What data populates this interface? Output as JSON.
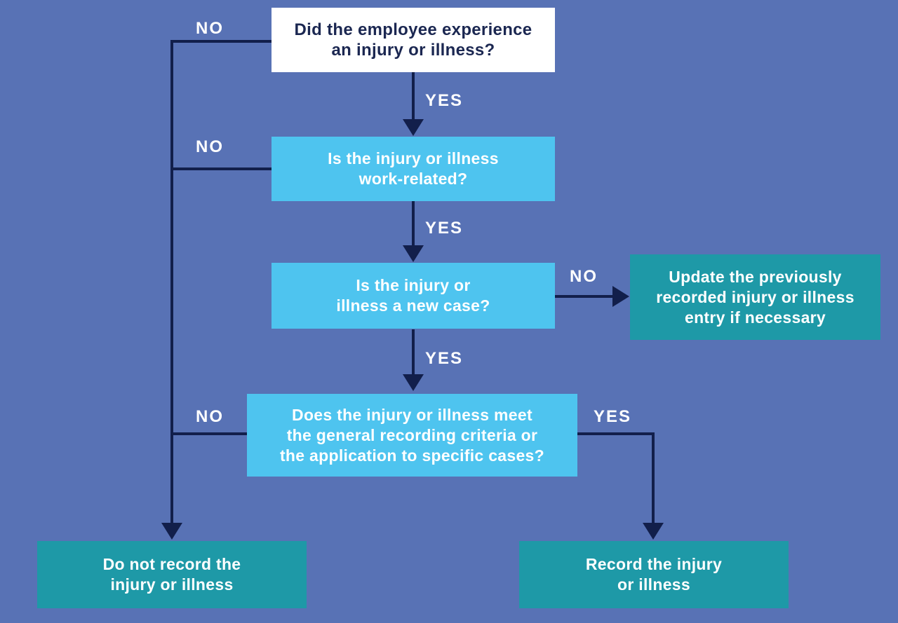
{
  "colors": {
    "background": "#5872b5",
    "question_box": "#4ec4ef",
    "start_box": "#ffffff",
    "outcome_box": "#1e99a7",
    "line": "#121f4b",
    "start_text": "#1b2751",
    "box_text": "#ffffff"
  },
  "labels": {
    "yes": "YES",
    "no": "NO"
  },
  "nodes": {
    "start": {
      "lines": [
        "Did the employee experience",
        "an injury or illness?"
      ]
    },
    "work_related": {
      "lines": [
        "Is the injury or illness",
        "work-related?"
      ]
    },
    "new_case": {
      "lines": [
        "Is the injury or",
        "illness a new case?"
      ]
    },
    "criteria": {
      "lines": [
        "Does the injury or illness meet",
        "the general recording criteria or",
        "the application to specific cases?"
      ]
    },
    "update": {
      "lines": [
        "Update the previously",
        "recorded injury or illness",
        "entry if necessary"
      ]
    },
    "do_not_record": {
      "lines": [
        "Do not record the",
        "injury or illness"
      ]
    },
    "record": {
      "lines": [
        "Record the injury",
        "or illness"
      ]
    }
  },
  "edges": [
    {
      "from": "start",
      "to": "work_related",
      "label": "YES"
    },
    {
      "from": "start",
      "to": "do_not_record",
      "label": "NO"
    },
    {
      "from": "work_related",
      "to": "new_case",
      "label": "YES"
    },
    {
      "from": "work_related",
      "to": "do_not_record",
      "label": "NO"
    },
    {
      "from": "new_case",
      "to": "criteria",
      "label": "YES"
    },
    {
      "from": "new_case",
      "to": "update",
      "label": "NO"
    },
    {
      "from": "criteria",
      "to": "record",
      "label": "YES"
    },
    {
      "from": "criteria",
      "to": "do_not_record",
      "label": "NO"
    }
  ]
}
